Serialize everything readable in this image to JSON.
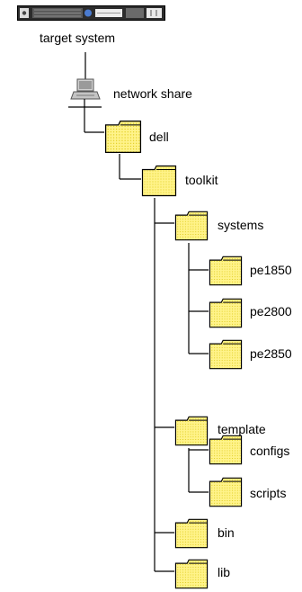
{
  "colors": {
    "folder_fill": "#FFF38A",
    "folder_dots": "#D8C200",
    "outline": "#000000",
    "line": "#000000"
  },
  "icons": {
    "server": "rack-server-icon",
    "share": "network-share-icon",
    "folder": "folder-icon"
  },
  "diagram": {
    "target_system": "target system",
    "network_share": "network share",
    "folders": {
      "dell": "dell",
      "toolkit": "toolkit",
      "systems": "systems",
      "pe1850": "pe1850",
      "pe2800": "pe2800",
      "pe2850": "pe2850",
      "template": "template",
      "configs": "configs",
      "scripts": "scripts",
      "bin": "bin",
      "lib": "lib"
    }
  }
}
